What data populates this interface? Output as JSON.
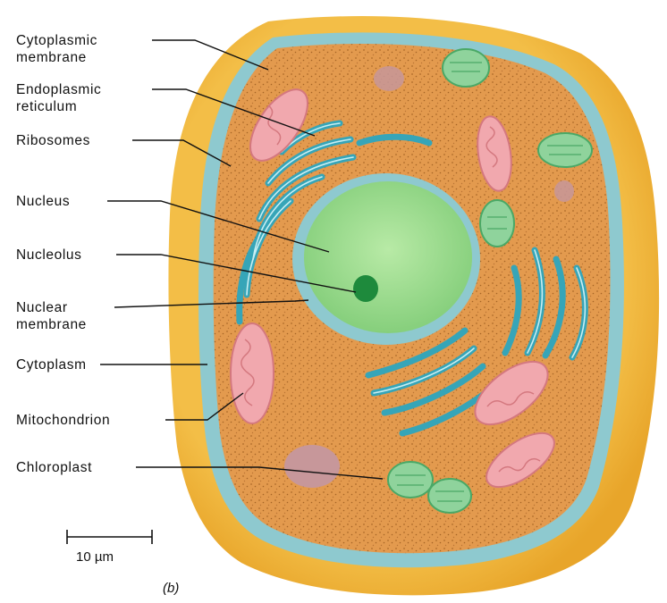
{
  "labels": {
    "cytoplasmic_membrane": [
      "Cytoplasmic",
      "membrane"
    ],
    "endoplasmic_reticulum": [
      "Endoplasmic",
      "reticulum"
    ],
    "ribosomes": [
      "Ribosomes"
    ],
    "nucleus": [
      "Nucleus"
    ],
    "nucleolus": [
      "Nucleolus"
    ],
    "nuclear_membrane": [
      "Nuclear",
      "membrane"
    ],
    "cytoplasm": [
      "Cytoplasm"
    ],
    "mitochondrion": [
      "Mitochondrion"
    ],
    "chloroplast": [
      "Chloroplast"
    ]
  },
  "scale_bar": {
    "text": "10 µm"
  },
  "figure_tag": "(b)",
  "colors": {
    "cell_wall": "#f0b43a",
    "membrane": "#8ec9cf",
    "cytoplasm": "#e39a4e",
    "nucleus": "#9fdc8e",
    "nucleolus": "#1e8a3c",
    "er": "#36a5b8",
    "mitochondrion": "#f1a8ae",
    "chloroplast": "#8fd39c",
    "vacuole": "#c7979a"
  }
}
